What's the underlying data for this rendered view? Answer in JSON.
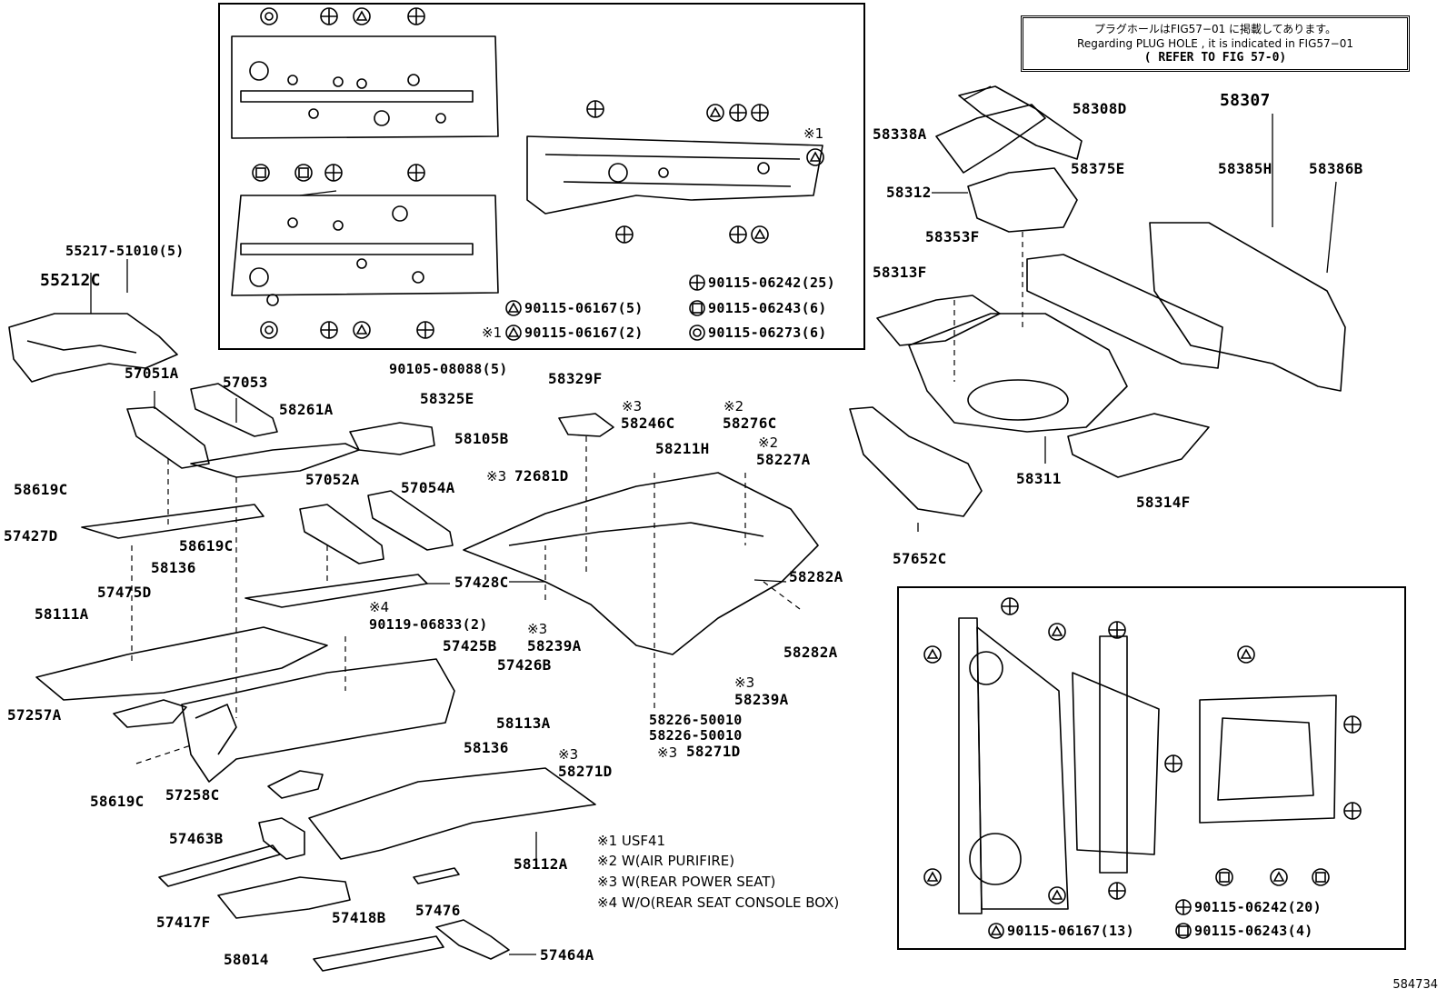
{
  "header_note": {
    "line1": "プラグホールはFIG57−01 に掲載してあります。",
    "line2": "Regarding PLUG HOLE , it is indicated in FIG57−01",
    "line3": "( REFER TO FIG 57-0)"
  },
  "labels": {
    "l55217": "55217-51010(5)",
    "l55212C": "55212C",
    "l57051A": "57051A",
    "l57053": "57053",
    "l90105": "90105-08088(5)",
    "l58261A": "58261A",
    "l58325E": "58325E",
    "l58105B": "58105B",
    "l58329F": "58329F",
    "l58246C": "58246C",
    "l58276C": "58276C",
    "l58211H": "58211H",
    "l58227A": "58227A",
    "l72681D": "72681D",
    "l58619C_1": "58619C",
    "l57427D": "57427D",
    "l57052A": "57052A",
    "l57054A": "57054A",
    "l58619C_2": "58619C",
    "l57428C": "57428C",
    "l58136_1": "58136",
    "l57475D": "57475D",
    "l58111A": "58111A",
    "l90119": "90119-06833(2)",
    "l57425B": "57425B",
    "l57426B": "57426B",
    "l58239A_1": "58239A",
    "l58282A_1": "58282A",
    "l58282A_2": "58282A",
    "l58239A_2": "58239A",
    "l57257A": "57257A",
    "l58113A": "58113A",
    "l58226a": "58226-50010",
    "l58226b": "58226-50010",
    "l58136_2": "58136",
    "l58271D_1": "58271D",
    "l58271D_2": "58271D",
    "l58619C_3": "58619C",
    "l57258C": "57258C",
    "l57463B": "57463B",
    "l58112A": "58112A",
    "l57417F": "57417F",
    "l57418B": "57418B",
    "l57476": "57476",
    "l58014": "58014",
    "l57464A": "57464A",
    "l58338A": "58338A",
    "l58308D": "58308D",
    "l58307": "58307",
    "l58375E": "58375E",
    "l58385H": "58385H",
    "l58386B": "58386B",
    "l58312": "58312",
    "l58353F": "58353F",
    "l58313F": "58313F",
    "l58311": "58311",
    "l58314F": "58314F",
    "l57652C": "57652C",
    "m3a": "※3",
    "m3b": "※3",
    "m2a": "※2",
    "m2b": "※2",
    "m4": "※4",
    "m3c": "※3",
    "m3d": "※3",
    "m3e": "※3",
    "m3f": "※3",
    "m1": "※1"
  },
  "notes": {
    "n1": "※1 USF41",
    "n2": "※2 W(AIR PURIFIRE)",
    "n3": "※3 W(REAR POWER SEAT)",
    "n4": "※4 W/O(REAR SEAT CONSOLE BOX)"
  },
  "legend_top": {
    "plus": "90115-06242(25)",
    "tri": "90115-06167(5)",
    "square": "90115-06243(6)",
    "tri_m1_prefix": "※1",
    "tri_m1": "90115-06167(2)",
    "ring": "90115-06273(6)"
  },
  "legend_bottom": {
    "plus": "90115-06242(20)",
    "tri": "90115-06167(13)",
    "square": "90115-06243(4)"
  },
  "figure_code": "584734"
}
